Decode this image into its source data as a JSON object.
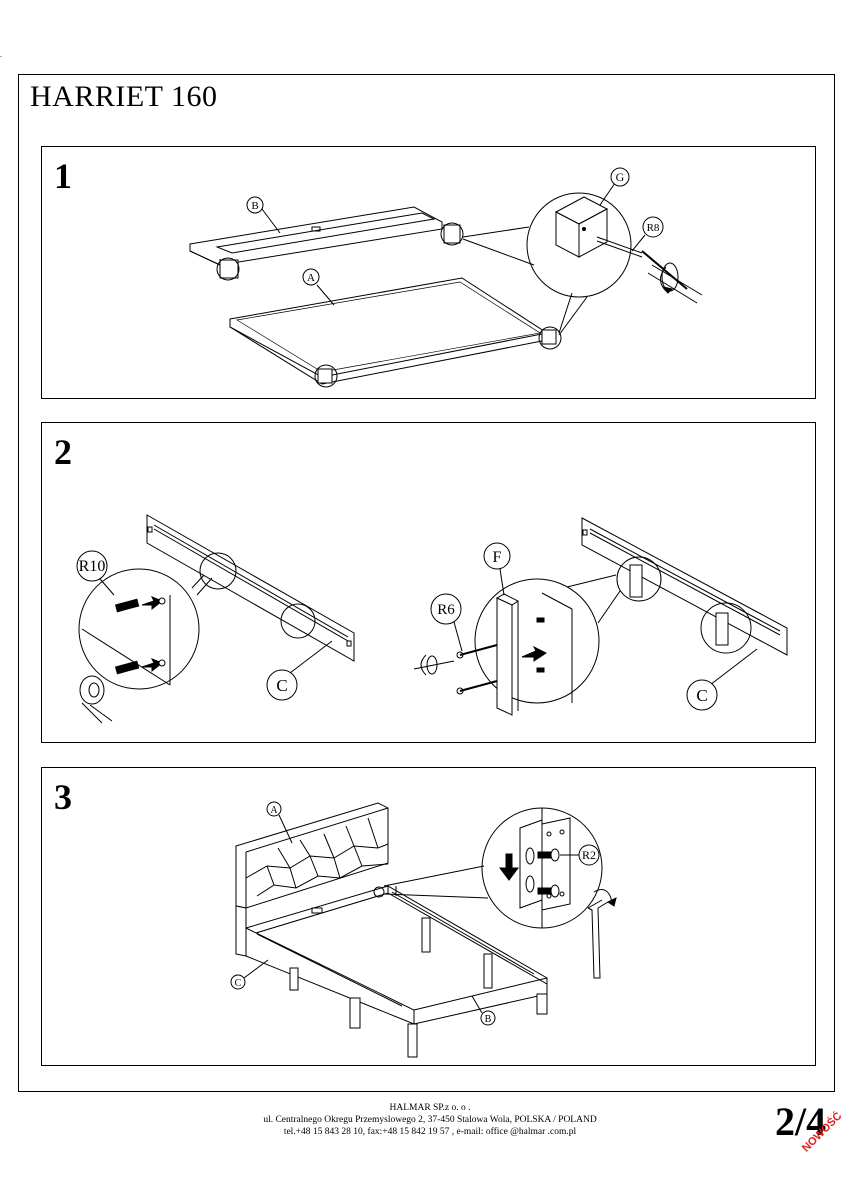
{
  "document": {
    "title": "HARRIET 160",
    "page_number": "2/4",
    "stamp": "NOWOŚĆ"
  },
  "steps": [
    {
      "number": "1",
      "labels": [
        "B",
        "A",
        "G",
        "R8"
      ]
    },
    {
      "number": "2",
      "labels": [
        "R10",
        "C",
        "F",
        "R6",
        "C"
      ]
    },
    {
      "number": "3",
      "labels": [
        "A",
        "C",
        "B",
        "R2"
      ]
    }
  ],
  "footer": {
    "company": "HALMAR SP.z o. o .",
    "address": "ul. Centralnego Okregu Przemyslowego 2, 37-450 Stalowa Wola, POLSKA / POLAND",
    "contact": "tel.+48 15 843 28 10, fax:+48 15 842 19 57 , e-mail: office @halmar .com.pl"
  },
  "icons": [
    "allen-key-icon",
    "rotate-arrow-icon",
    "down-arrow-icon",
    "push-arrow-icon"
  ]
}
